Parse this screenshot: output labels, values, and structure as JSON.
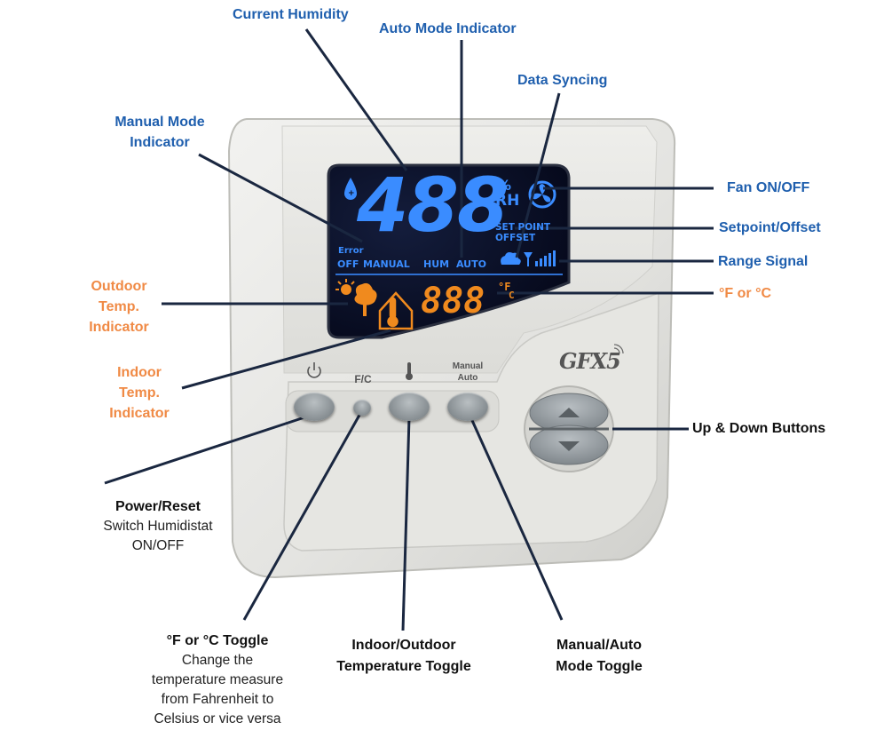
{
  "labels": {
    "current_humidity": "Current Humidity",
    "auto_mode_indicator": "Auto Mode Indicator",
    "data_syncing": "Data Syncing",
    "manual_mode_indicator_line1": "Manual Mode",
    "manual_mode_indicator_line2": "Indicator",
    "fan_on_off": "Fan ON/OFF",
    "setpoint_offset": "Setpoint/Offset",
    "range_signal": "Range Signal",
    "f_or_c": "°F or °C",
    "outdoor_temp_line1": "Outdoor",
    "outdoor_temp_line2": "Temp.",
    "outdoor_temp_line3": "Indicator",
    "indoor_temp_line1": "Indoor",
    "indoor_temp_line2": "Temp.",
    "indoor_temp_line3": "Indicator",
    "up_down_buttons": "Up & Down Buttons",
    "power_reset_title": "Power/Reset",
    "power_reset_desc1": "Switch Humidistat",
    "power_reset_desc2": "ON/OFF",
    "fc_toggle_title": "°F or °C Toggle",
    "fc_toggle_desc1": "Change the",
    "fc_toggle_desc2": "temperature measure",
    "fc_toggle_desc3": "from Fahrenheit to",
    "fc_toggle_desc4": "Celsius or vice versa",
    "indoor_outdoor_line1": "Indoor/Outdoor",
    "indoor_outdoor_line2": "Temperature Toggle",
    "manual_auto_line1": "Manual/Auto",
    "manual_auto_line2": "Mode Toggle"
  },
  "device": {
    "brand": "GFX5",
    "lcd": {
      "humidity_digits": "488",
      "percent": "%",
      "rh": "RH",
      "set_point": "SET POINT",
      "offset": "OFFSET",
      "error": "Error",
      "modes": [
        "OFF",
        "MANUAL",
        "HUM",
        "AUTO"
      ],
      "temp_digits": "888",
      "temp_unit_f": "°F",
      "temp_unit_c": "C"
    },
    "buttons": {
      "fc": "F/C",
      "manual": "Manual",
      "auto": "Auto"
    }
  },
  "colors": {
    "label_blue": "#1f5fae",
    "label_orange": "#f08a45",
    "leader_line": "#1a2740",
    "lcd_background": "#0a0f24",
    "lcd_blue": "#3a8cff",
    "lcd_orange": "#f08a1e"
  }
}
